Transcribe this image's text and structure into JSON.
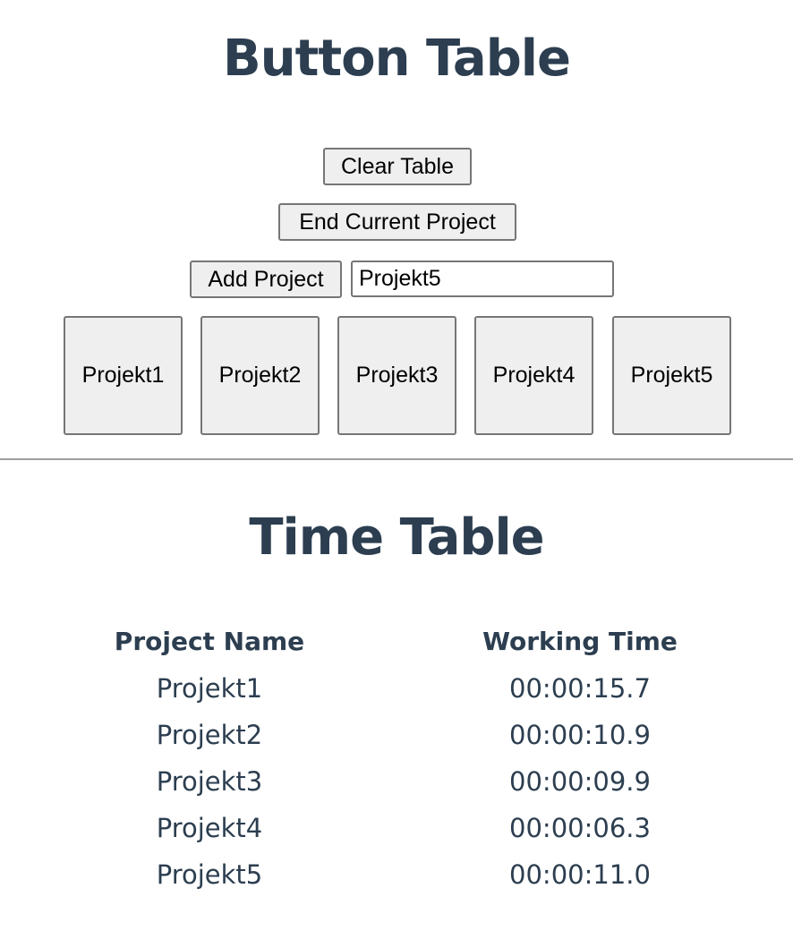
{
  "button_section": {
    "title": "Button Table",
    "clear_label": "Clear Table",
    "end_label": "End Current Project",
    "add_label": "Add Project",
    "input_value": "Projekt5",
    "project_buttons": [
      "Projekt1",
      "Projekt2",
      "Projekt3",
      "Projekt4",
      "Projekt5"
    ]
  },
  "time_section": {
    "title": "Time Table",
    "headers": {
      "name": "Project Name",
      "time": "Working Time"
    },
    "rows": [
      {
        "name": "Projekt1",
        "time": "00:00:15.7"
      },
      {
        "name": "Projekt2",
        "time": "00:00:10.9"
      },
      {
        "name": "Projekt3",
        "time": "00:00:09.9"
      },
      {
        "name": "Projekt4",
        "time": "00:00:06.3"
      },
      {
        "name": "Projekt5",
        "time": "00:00:11.0"
      }
    ]
  },
  "colors": {
    "text": "#2c3e50",
    "button_bg": "#efefef",
    "button_border": "#767676",
    "divider": "#9e9e9e"
  }
}
